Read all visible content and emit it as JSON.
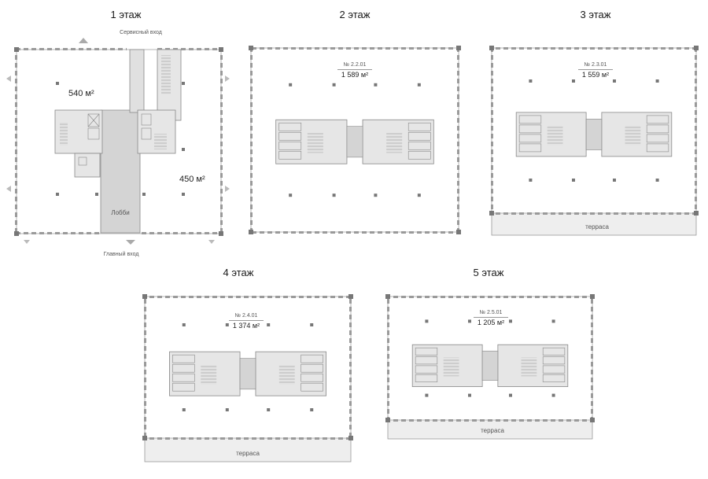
{
  "floors": {
    "f1": {
      "title": "1 этаж",
      "area_left": "540 м²",
      "area_right": "450 м²",
      "service_entrance": "Сервисный вход",
      "main_entrance": "Главный вход",
      "lobby": "Лобби"
    },
    "f2": {
      "title": "2 этаж",
      "unit": "№ 2.2.01",
      "area": "1 589 м²"
    },
    "f3": {
      "title": "3 этаж",
      "unit": "№ 2.3.01",
      "area": "1 559 м²",
      "terrace": "терраса"
    },
    "f4": {
      "title": "4 этаж",
      "unit": "№ 2.4.01",
      "area": "1 374 м²",
      "terrace": "терраса"
    },
    "f5": {
      "title": "5 этаж",
      "unit": "№ 2.5.01",
      "area": "1 205 м²",
      "terrace": "терраса"
    }
  },
  "colors": {
    "wall": "#8a8a8a",
    "core_fill": "#d9d9d9",
    "lobby_fill": "#d4d4d4",
    "terrace_fill": "#eeeeee",
    "column": "#777777"
  }
}
